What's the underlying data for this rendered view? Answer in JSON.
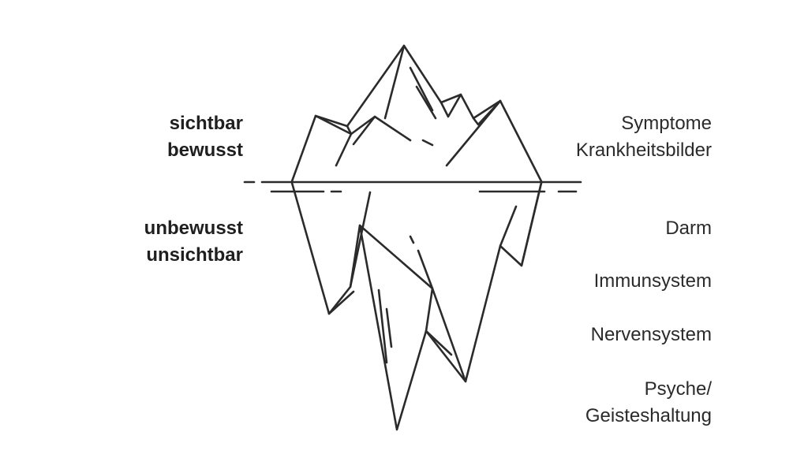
{
  "left_labels": {
    "above": [
      "sichtbar",
      "bewusst"
    ],
    "below": [
      "unbewusst",
      "unsichtbar"
    ]
  },
  "right_labels": {
    "above": [
      "Symptome",
      "Krankheitsbilder"
    ],
    "below": [
      "Darm",
      "Immunsystem",
      "Nervensystem",
      "Psyche/",
      "Geisteshaltung"
    ]
  },
  "colors": {
    "stroke": "#2b2b2b",
    "text": "#2b2b2b",
    "background": "#ffffff"
  },
  "icons": [
    "iceberg-illustration"
  ]
}
